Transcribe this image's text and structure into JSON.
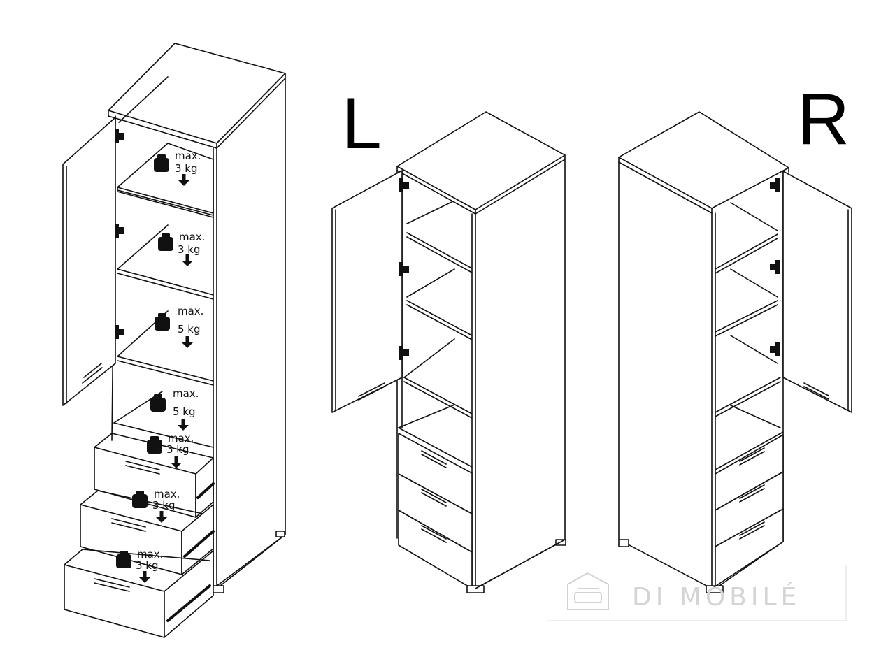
{
  "variants": {
    "left": "L",
    "right": "R"
  },
  "load_labels": {
    "shelf_1": {
      "line1": "max.",
      "line2": "3 kg"
    },
    "shelf_2": {
      "line1": "max.",
      "line2": "3 kg"
    },
    "shelf_3": {
      "line1": "max.",
      "line2": "5 kg"
    },
    "shelf_4": {
      "line1": "max.",
      "line2": "5 kg"
    },
    "drawer_1": {
      "line1": "max.",
      "line2": "3 kg"
    },
    "drawer_2": {
      "line1": "max.",
      "line2": "3 kg"
    },
    "drawer_3": {
      "line1": "max.",
      "line2": "3 kg"
    }
  },
  "watermark": "DI MOBILÉ",
  "icons": [
    "weight-icon",
    "arrow-down-icon",
    "hinge-icon",
    "handle-icon",
    "sofa-logo-icon"
  ]
}
